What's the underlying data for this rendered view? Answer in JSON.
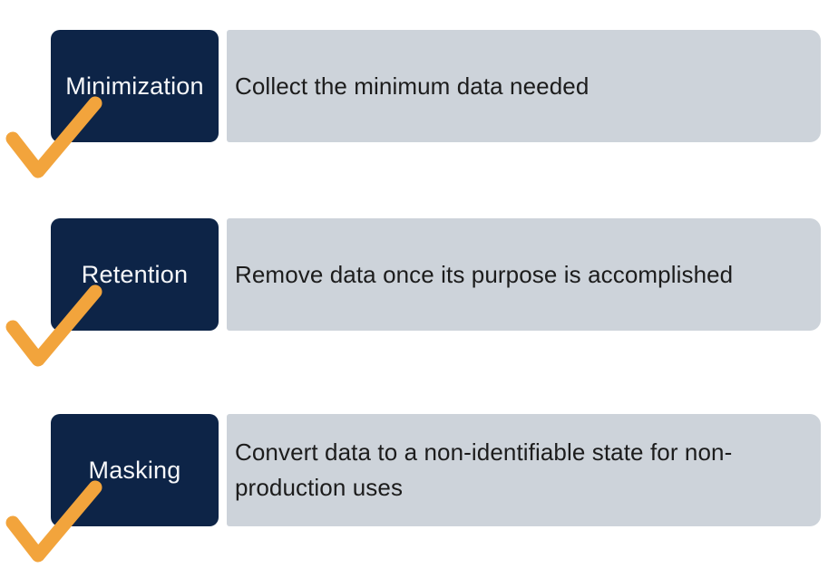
{
  "colors": {
    "navy": "#0d2447",
    "panel_gray": "#cdd3da",
    "check_orange": "#f2a43c",
    "label_text": "#f7f8fa",
    "body_text": "#1c1c1c",
    "background": "#ffffff"
  },
  "rows": [
    {
      "id": "minimization",
      "label": "Minimization",
      "text": "Collect the minimum data needed",
      "lines": [
        "Collect the minimum data needed"
      ],
      "icon": "checkmark"
    },
    {
      "id": "retention",
      "label": "Retention",
      "text": "Remove data once its purpose is accomplished",
      "lines": [
        "Remove data once its purpose is accomplished"
      ],
      "icon": "checkmark"
    },
    {
      "id": "masking",
      "label": "Masking",
      "text": "Convert data to a non-identifiable state for non-production uses",
      "lines": [
        "Convert data to a non-identifiable state for non-",
        "production uses"
      ],
      "icon": "checkmark"
    }
  ]
}
